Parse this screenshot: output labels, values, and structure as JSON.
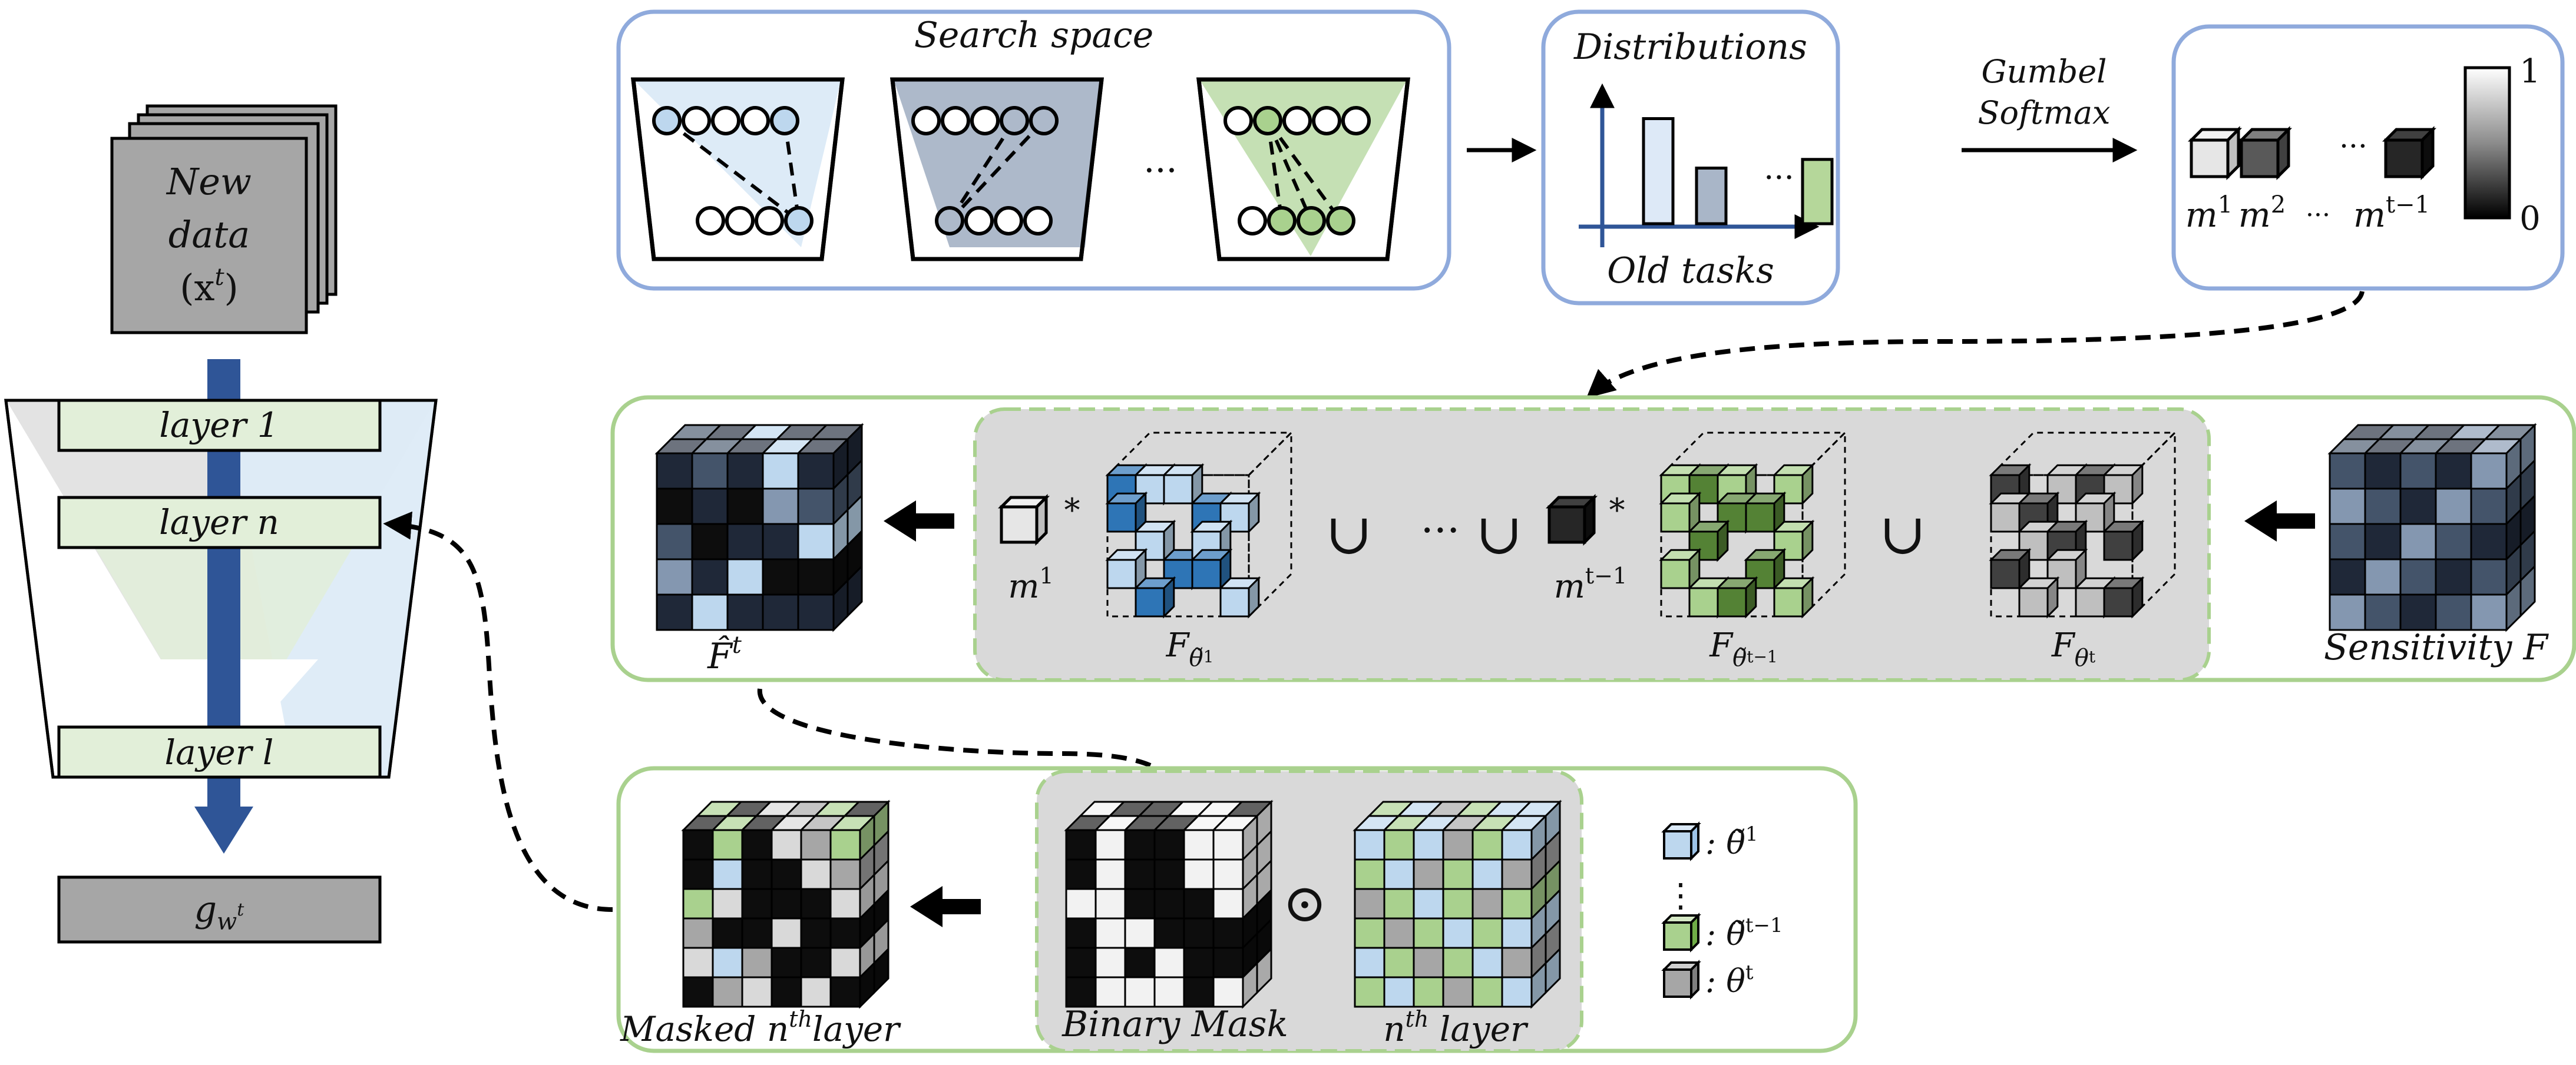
{
  "left_network": {
    "data_line1": "New",
    "data_line2": "data",
    "data_line3": "(x",
    "data_sup": "t",
    "data_close": ")",
    "layer1": "layer 1",
    "layern": "layer n",
    "layerl": "layer l",
    "head": "g",
    "head_sub": "w",
    "head_sup": "t"
  },
  "search_space": {
    "title": "Search space",
    "ellipsis": "···"
  },
  "distributions": {
    "title": "Distributions",
    "xlabel": "Old tasks",
    "ellipsis": "···",
    "bar_levels": [
      0.85,
      0.45,
      0.52
    ],
    "bar_colors": [
      "#dde9f7",
      "#a9b6c8",
      "#b5d79a"
    ]
  },
  "gumbel": {
    "line1": "Gumbel",
    "line2": "Softmax"
  },
  "masks": {
    "m1": "m",
    "m1_sup": "1",
    "m2": "m",
    "m2_sup": "2",
    "dots": "···",
    "mt": "m",
    "mt_sup": "t−1",
    "scale_top": "1",
    "scale_bottom": "0"
  },
  "middle": {
    "fhat": "F̂",
    "fhat_sup": "t",
    "m1": "m",
    "m1_sup": "1",
    "star": "*",
    "f1": "F",
    "f1_sub": "θ̃",
    "f1_subsup": "1",
    "union": "∪",
    "dots": "···",
    "mt": "m",
    "mt_sup": "t−1",
    "ft1": "F",
    "ft1_sub": "θ̃",
    "ft1_subsup": "t−1",
    "ft": "F",
    "ft_sub": "θ",
    "ft_subsup": "t",
    "sensitivity": "Sensitivity F"
  },
  "bottom": {
    "masked": "Masked n",
    "masked_sup": "th",
    "masked_tail": "layer",
    "binary": "Binary Mask",
    "odot": "⊙",
    "nth": "n",
    "nth_sup": "th",
    "nth_tail": " layer"
  },
  "legend": {
    "item1": ": θ̃",
    "item1_sup": "1",
    "vdots": "⋮",
    "item2": ": θ̃",
    "item2_sup": "t−1",
    "item3": ": θ",
    "item3_sup": "t"
  },
  "colors": {
    "frame_blue": "#8faadc",
    "frame_green": "#a9d18e",
    "arrow_blue": "#2f5597",
    "old_task_blue": "#bdd7ee",
    "task_green": "#a9d18e",
    "current_gray": "#a6a6a6",
    "panel_gray": "#d9d9d9"
  }
}
